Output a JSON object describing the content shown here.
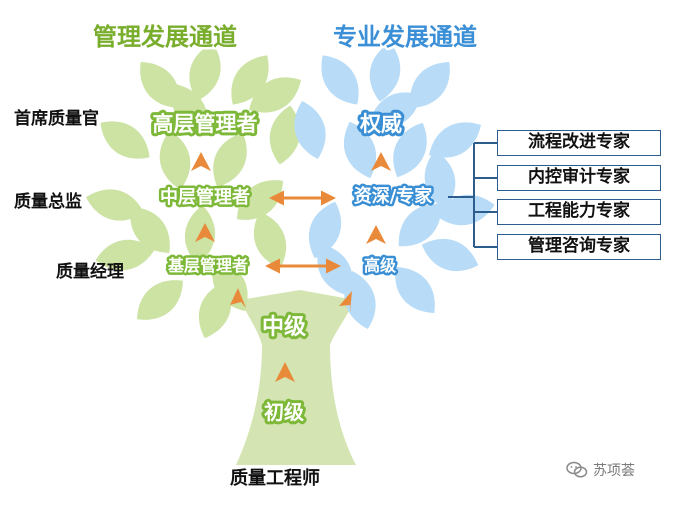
{
  "headers": {
    "management": "管理发展通道",
    "professional": "专业发展通道"
  },
  "colors": {
    "management_header": "#79ad2c",
    "professional_header": "#3b8fd6",
    "management_leaf": "#cde3a4",
    "professional_leaf": "#b8dcf7",
    "management_node": "#7db838",
    "professional_node": "#3a8fd4",
    "arrow": "#e88a3a",
    "trunk": "#d4e5b3",
    "bracket": "#2c5d8c"
  },
  "management_nodes": {
    "senior": "高层管理者",
    "middle": "中层管理者",
    "junior": "基层管理者"
  },
  "professional_nodes": {
    "authority": "权威",
    "senior_expert": "资深/专家",
    "senior": "高级"
  },
  "trunk_nodes": {
    "intermediate": "中级",
    "entry": "初级"
  },
  "side_labels": {
    "chief_quality_officer": "首席质量官",
    "quality_director": "质量总监",
    "quality_manager": "质量经理"
  },
  "bottom_label": "质量工程师",
  "expert_types": [
    "流程改进专家",
    "内控审计专家",
    "工程能力专家",
    "管理咨询专家"
  ],
  "watermark": {
    "icon": "wechat-icon",
    "text": "苏项荟"
  }
}
